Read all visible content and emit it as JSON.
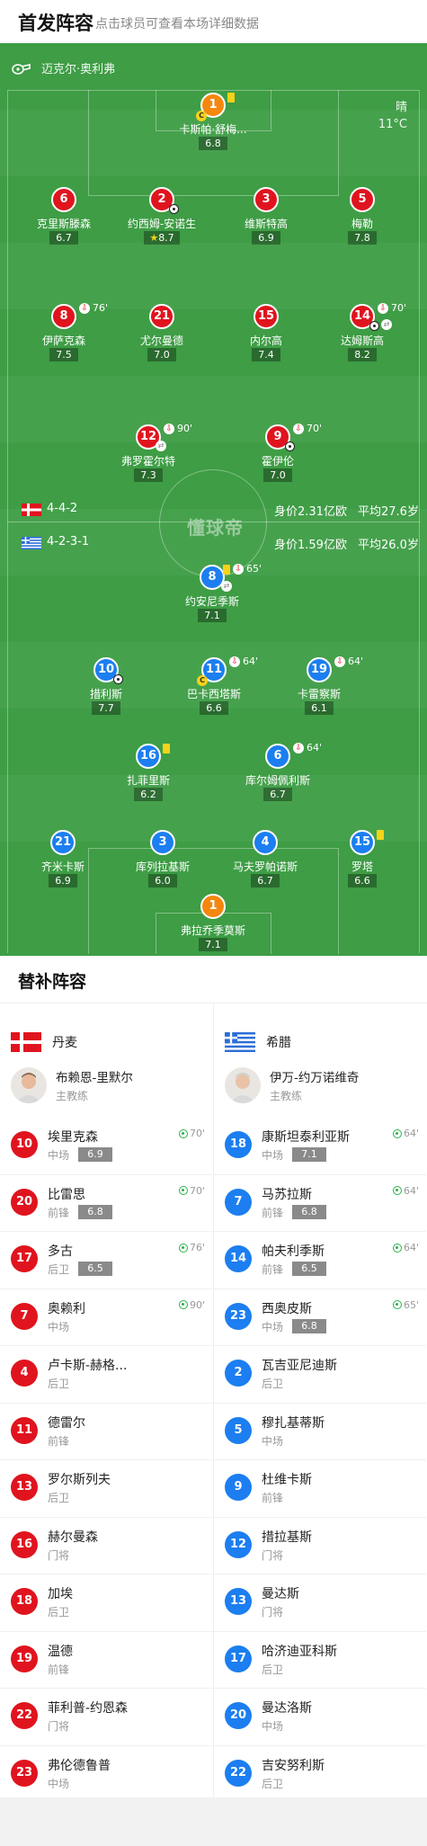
{
  "header": {
    "title": "首发阵容",
    "subtitle": "点击球员可查看本场详细数据"
  },
  "pitch": {
    "venue": "迈克尔·奥利弗",
    "weather": "晴",
    "temperature": "11°C",
    "watermark": "懂球帝",
    "home_line": {
      "formation": "4-4-2",
      "value": "身价2.31亿欧",
      "avg_age": "平均27.6岁"
    },
    "away_line": {
      "formation": "4-2-3-1",
      "value": "身价1.59亿欧",
      "avg_age": "平均26.0岁"
    }
  },
  "home_players": [
    {
      "num": "1",
      "name": "卡斯帕·舒梅...",
      "rating": "6.8",
      "gk": true
    },
    {
      "num": "6",
      "name": "克里斯滕森",
      "rating": "6.7"
    },
    {
      "num": "2",
      "name": "约西姆-安诺生",
      "rating": "8.7"
    },
    {
      "num": "3",
      "name": "维斯特高",
      "rating": "6.9"
    },
    {
      "num": "5",
      "name": "梅勒",
      "rating": "7.8"
    },
    {
      "num": "8",
      "name": "伊萨克森",
      "rating": "7.5",
      "sub": "76'"
    },
    {
      "num": "21",
      "name": "尤尔曼德",
      "rating": "7.0"
    },
    {
      "num": "15",
      "name": "内尔高",
      "rating": "7.4"
    },
    {
      "num": "14",
      "name": "达姆斯高",
      "rating": "8.2",
      "sub": "70'"
    },
    {
      "num": "12",
      "name": "弗罗霍尔特",
      "rating": "7.3",
      "sub": "90'"
    },
    {
      "num": "9",
      "name": "霍伊伦",
      "rating": "7.0",
      "sub": "70'"
    }
  ],
  "away_players": [
    {
      "num": "8",
      "name": "约安尼季斯",
      "rating": "7.1",
      "sub": "65'"
    },
    {
      "num": "10",
      "name": "措利斯",
      "rating": "7.7"
    },
    {
      "num": "11",
      "name": "巴卡西塔斯",
      "rating": "6.6",
      "sub": "64'"
    },
    {
      "num": "19",
      "name": "卡雷察斯",
      "rating": "6.1",
      "sub": "64'"
    },
    {
      "num": "16",
      "name": "扎菲里斯",
      "rating": "6.2"
    },
    {
      "num": "6",
      "name": "库尔姆佩利斯",
      "rating": "6.7",
      "sub": "64'"
    },
    {
      "num": "21",
      "name": "齐米卡斯",
      "rating": "6.9"
    },
    {
      "num": "3",
      "name": "库列拉基斯",
      "rating": "6.0"
    },
    {
      "num": "4",
      "name": "马夫罗帕诺斯",
      "rating": "6.7"
    },
    {
      "num": "15",
      "name": "罗塔",
      "rating": "6.6"
    },
    {
      "num": "1",
      "name": "弗拉乔季莫斯",
      "rating": "7.1",
      "gk": true
    }
  ],
  "subs": {
    "title": "替补阵容",
    "home": {
      "team": "丹麦",
      "coach": {
        "name": "布赖恩-里默尔",
        "role": "主教练"
      },
      "players": [
        {
          "num": "10",
          "name": "埃里克森",
          "pos": "中场",
          "rating": "6.9",
          "time": "70'"
        },
        {
          "num": "20",
          "name": "比雷思",
          "pos": "前锋",
          "rating": "6.8",
          "time": "70'"
        },
        {
          "num": "17",
          "name": "多古",
          "pos": "后卫",
          "rating": "6.5",
          "time": "76'"
        },
        {
          "num": "7",
          "name": "奥赖利",
          "pos": "中场",
          "rating": "",
          "time": "90'"
        },
        {
          "num": "4",
          "name": "卢卡斯-赫格...",
          "pos": "后卫",
          "rating": "",
          "time": ""
        },
        {
          "num": "11",
          "name": "德雷尔",
          "pos": "前锋",
          "rating": "",
          "time": ""
        },
        {
          "num": "13",
          "name": "罗尔斯列夫",
          "pos": "后卫",
          "rating": "",
          "time": ""
        },
        {
          "num": "16",
          "name": "赫尔曼森",
          "pos": "门将",
          "rating": "",
          "time": ""
        },
        {
          "num": "18",
          "name": "加埃",
          "pos": "后卫",
          "rating": "",
          "time": ""
        },
        {
          "num": "19",
          "name": "温德",
          "pos": "前锋",
          "rating": "",
          "time": ""
        },
        {
          "num": "22",
          "name": "菲利普-约恩森",
          "pos": "门将",
          "rating": "",
          "time": ""
        },
        {
          "num": "23",
          "name": "弗伦德鲁普",
          "pos": "中场",
          "rating": "",
          "time": ""
        }
      ]
    },
    "away": {
      "team": "希腊",
      "coach": {
        "name": "伊万-约万诺维奇",
        "role": "主教练"
      },
      "players": [
        {
          "num": "18",
          "name": "康斯坦泰利亚斯",
          "pos": "中场",
          "rating": "7.1",
          "time": "64'"
        },
        {
          "num": "7",
          "name": "马苏拉斯",
          "pos": "前锋",
          "rating": "6.8",
          "time": "64'"
        },
        {
          "num": "14",
          "name": "帕夫利季斯",
          "pos": "前锋",
          "rating": "6.5",
          "time": "64'"
        },
        {
          "num": "23",
          "name": "西奥皮斯",
          "pos": "中场",
          "rating": "6.8",
          "time": "65'"
        },
        {
          "num": "2",
          "name": "瓦吉亚尼迪斯",
          "pos": "后卫",
          "rating": "",
          "time": ""
        },
        {
          "num": "5",
          "name": "穆扎基蒂斯",
          "pos": "中场",
          "rating": "",
          "time": ""
        },
        {
          "num": "9",
          "name": "杜维卡斯",
          "pos": "前锋",
          "rating": "",
          "time": ""
        },
        {
          "num": "12",
          "name": "措拉基斯",
          "pos": "门将",
          "rating": "",
          "time": ""
        },
        {
          "num": "13",
          "name": "曼达斯",
          "pos": "门将",
          "rating": "",
          "time": ""
        },
        {
          "num": "17",
          "name": "哈济迪亚科斯",
          "pos": "后卫",
          "rating": "",
          "time": ""
        },
        {
          "num": "20",
          "name": "曼达洛斯",
          "pos": "中场",
          "rating": "",
          "time": ""
        },
        {
          "num": "22",
          "name": "吉安努利斯",
          "pos": "后卫",
          "rating": "",
          "time": ""
        }
      ]
    }
  },
  "colors": {
    "pitch": "#3e9d45",
    "home": "#e0141e",
    "away": "#1c7ef0",
    "goalkeeper": "#f5870f"
  }
}
